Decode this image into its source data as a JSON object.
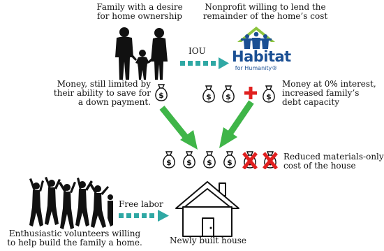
{
  "labels": {
    "family": [
      "Family with a desire",
      "for home ownership"
    ],
    "nonprofit": [
      "Nonprofit willing to lend the",
      "remainder of the home’s cost"
    ],
    "iou": "IOU",
    "money_family": [
      "Money, still limited by",
      "their ability to save for",
      "a down payment."
    ],
    "money_loan": [
      "Money at 0% interest,",
      "increased family’s",
      "debt capacity"
    ],
    "reduced_cost": [
      "Reduced materials-only",
      "cost of the house"
    ],
    "free_labor": "Free labor",
    "volunteers": [
      "Enthusiastic volunteers willing",
      "to help build the family a home."
    ],
    "new_house": "Newly built house"
  },
  "logo": {
    "word": "Habitat",
    "sub": "for Humanity®"
  },
  "money_bag_symbol": "$",
  "colors": {
    "arrow_green": "#3fb548",
    "dash_teal": "#2fa8a4",
    "cross_red": "#e0201f",
    "logo_green": "#8cc43e",
    "logo_blue": "#1a4f93",
    "silhouette": "#111111"
  },
  "icons": [
    "family-silhouette-icon",
    "habitat-house-logo-icon",
    "money-bag-icon",
    "plus-icon",
    "cross-icon",
    "house-icon",
    "volunteers-silhouette-icon"
  ]
}
